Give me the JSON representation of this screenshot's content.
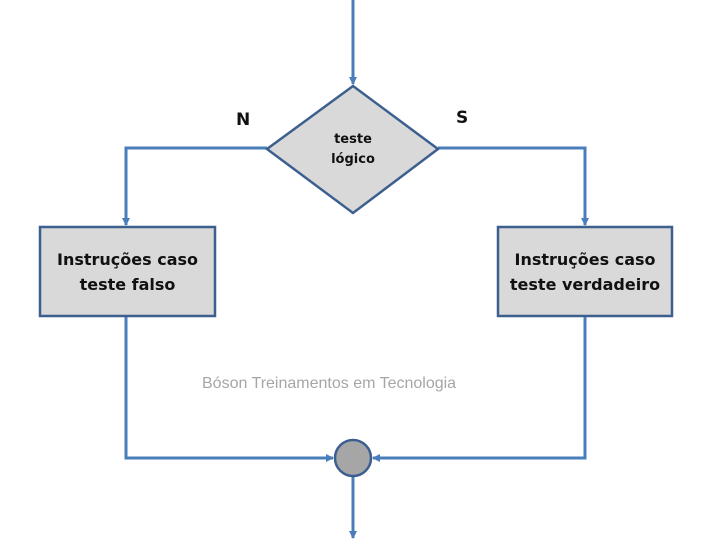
{
  "decision": {
    "line1": "teste",
    "line2": "lógico"
  },
  "labels": {
    "no": "N",
    "yes": "S"
  },
  "false_box": {
    "line1": "Instruções caso",
    "line2": "teste falso"
  },
  "true_box": {
    "line1": "Instruções caso",
    "line2": "teste verdadeiro"
  },
  "watermark": "Bóson Treinamentos em Tecnologia",
  "colors": {
    "line": "#4a7ebb",
    "shape_fill": "#d9d9d9",
    "shape_border": "#3d5f8f",
    "junction_fill": "#a6a6a6"
  }
}
